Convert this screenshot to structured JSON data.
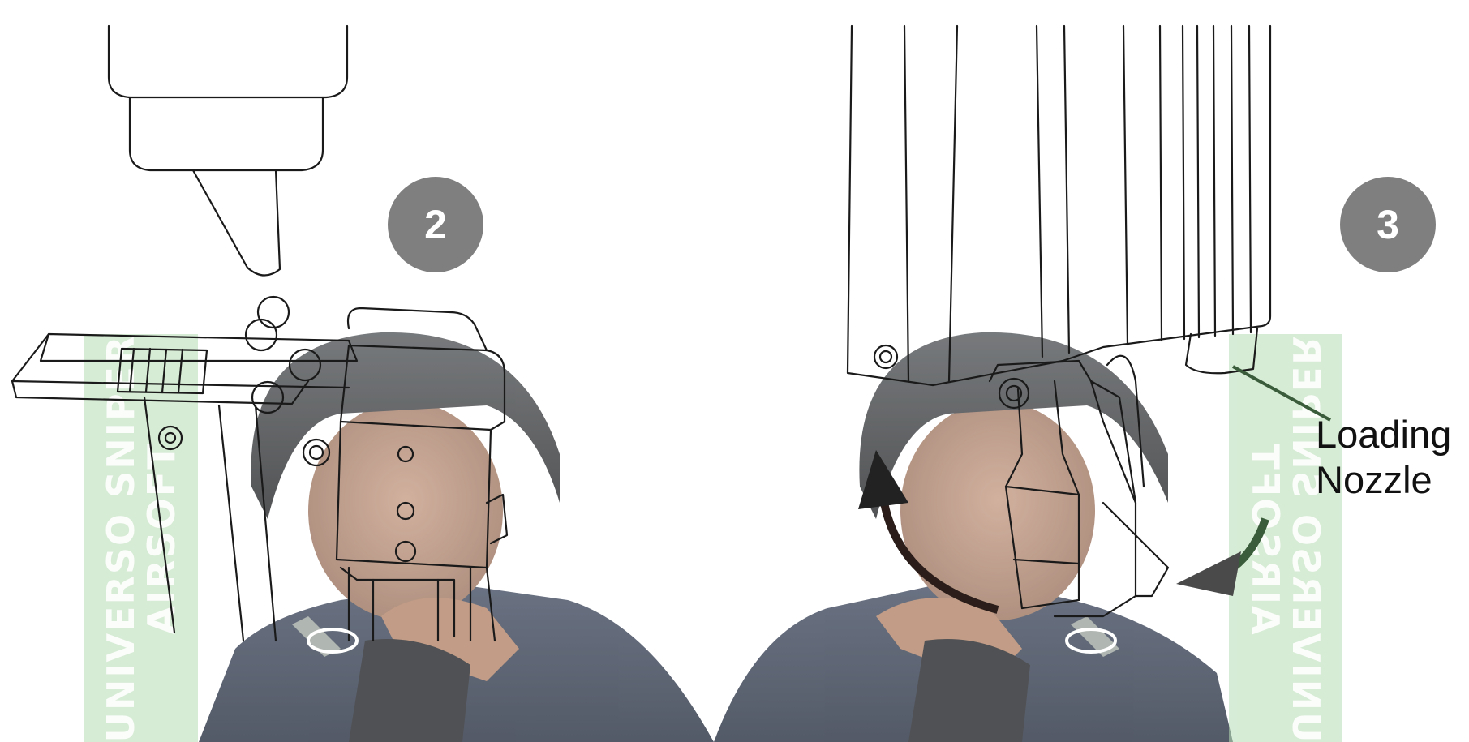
{
  "steps": [
    {
      "number": "2"
    },
    {
      "number": "3"
    }
  ],
  "callout": {
    "line1": "Loading",
    "line2": "Nozzle"
  },
  "watermark": {
    "text": "UNIVERSO SNIPER\nAIRSOFT"
  },
  "colors": {
    "badge": "#7f7f7f",
    "line_art": "#1a1a1a",
    "watermark_band": "#b7ddb4",
    "arrow_dark": "#222222",
    "arrow_green": "#3a5c3a",
    "photo_jacket": "#3c4658",
    "photo_skin": "#b98d72",
    "photo_helmet": "#3a3d3f"
  },
  "icons": {
    "step_badge": "numbered-circle-icon",
    "rotate_left": "curved-arrow-counterclockwise-icon",
    "rotate_right": "curved-arrow-clockwise-icon"
  }
}
